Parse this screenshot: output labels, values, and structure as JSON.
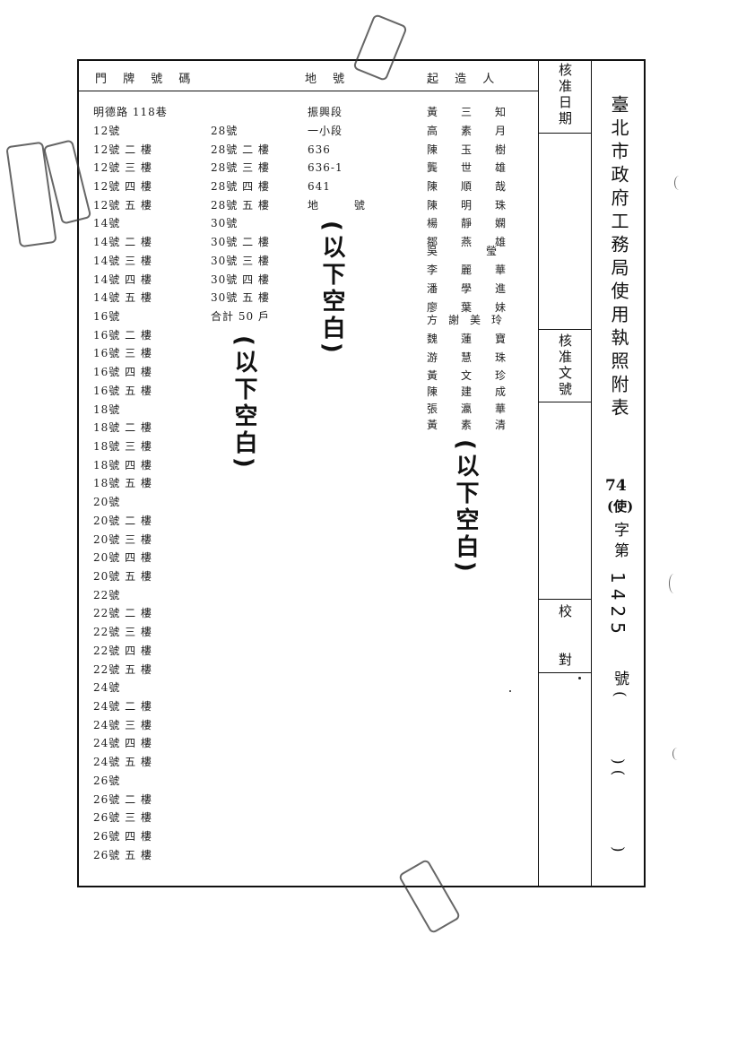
{
  "header": {
    "door_number": "門 牌 號 碼",
    "land_number": "地 號",
    "builder": "起 造 人"
  },
  "side": {
    "approval_date_label": "核准日期",
    "approval_doc_label": "核准文號",
    "proof_label_top": "校",
    "proof_label_bottom": "對",
    "title": "臺北市政府工務局使用執照附表",
    "permit_number": "74",
    "permit_category": "(使)",
    "permit_char1": "字第",
    "permit_serial": "1425",
    "permit_char2": "號(",
    "paren_mid": ")(",
    "paren_end": ")"
  },
  "column1": [
    "明德路 118巷",
    "12號",
    "12號 二 樓",
    "12號 三 樓",
    "12號 四 樓",
    "12號 五 樓",
    "14號",
    "14號 二 樓",
    "14號 三 樓",
    "14號 四 樓",
    "14號 五 樓",
    "16號",
    "16號 二 樓",
    "16號 三 樓",
    "16號 四 樓",
    "16號 五 樓",
    "18號",
    "18號 二 樓",
    "18號 三 樓",
    "18號 四 樓",
    "18號 五 樓",
    "20號",
    "20號 二 樓",
    "20號 三 樓",
    "20號 四 樓",
    "20號 五 樓",
    "22號",
    "22號 二 樓",
    "22號 三 樓",
    "22號 四 樓",
    "22號 五 樓",
    "24號",
    "24號 二 樓",
    "24號 三 樓",
    "24號 四 樓",
    "24號 五 樓",
    "26號",
    "26號 二 樓",
    "26號 三 樓",
    "26號 四 樓",
    "26號 五 樓"
  ],
  "column2": [
    "28號",
    "28號 二 樓",
    "28號 三 樓",
    "28號 四 樓",
    "28號 五 樓",
    "30號",
    "30號 二 樓",
    "30號 三 樓",
    "30號 四 樓",
    "30號 五 樓",
    "合計 50 戶"
  ],
  "land": [
    "振興段",
    "一小段",
    "636",
    "636-1",
    "641",
    "地 號"
  ],
  "builders": [
    "黃三知",
    "高素月",
    "陳玉樹",
    "龔世雄",
    "陳順哉",
    "陳明珠",
    "楊靜嫻",
    "鄒燕雄",
    "吳瑩",
    "李麗華",
    "潘學進",
    "廖葉妹",
    "方謝美玲",
    "魏蓮寶",
    "游慧珠",
    "黃文珍",
    "陳建成",
    "張瀛華",
    "黃素清"
  ],
  "blank_note": "(以下空白)"
}
